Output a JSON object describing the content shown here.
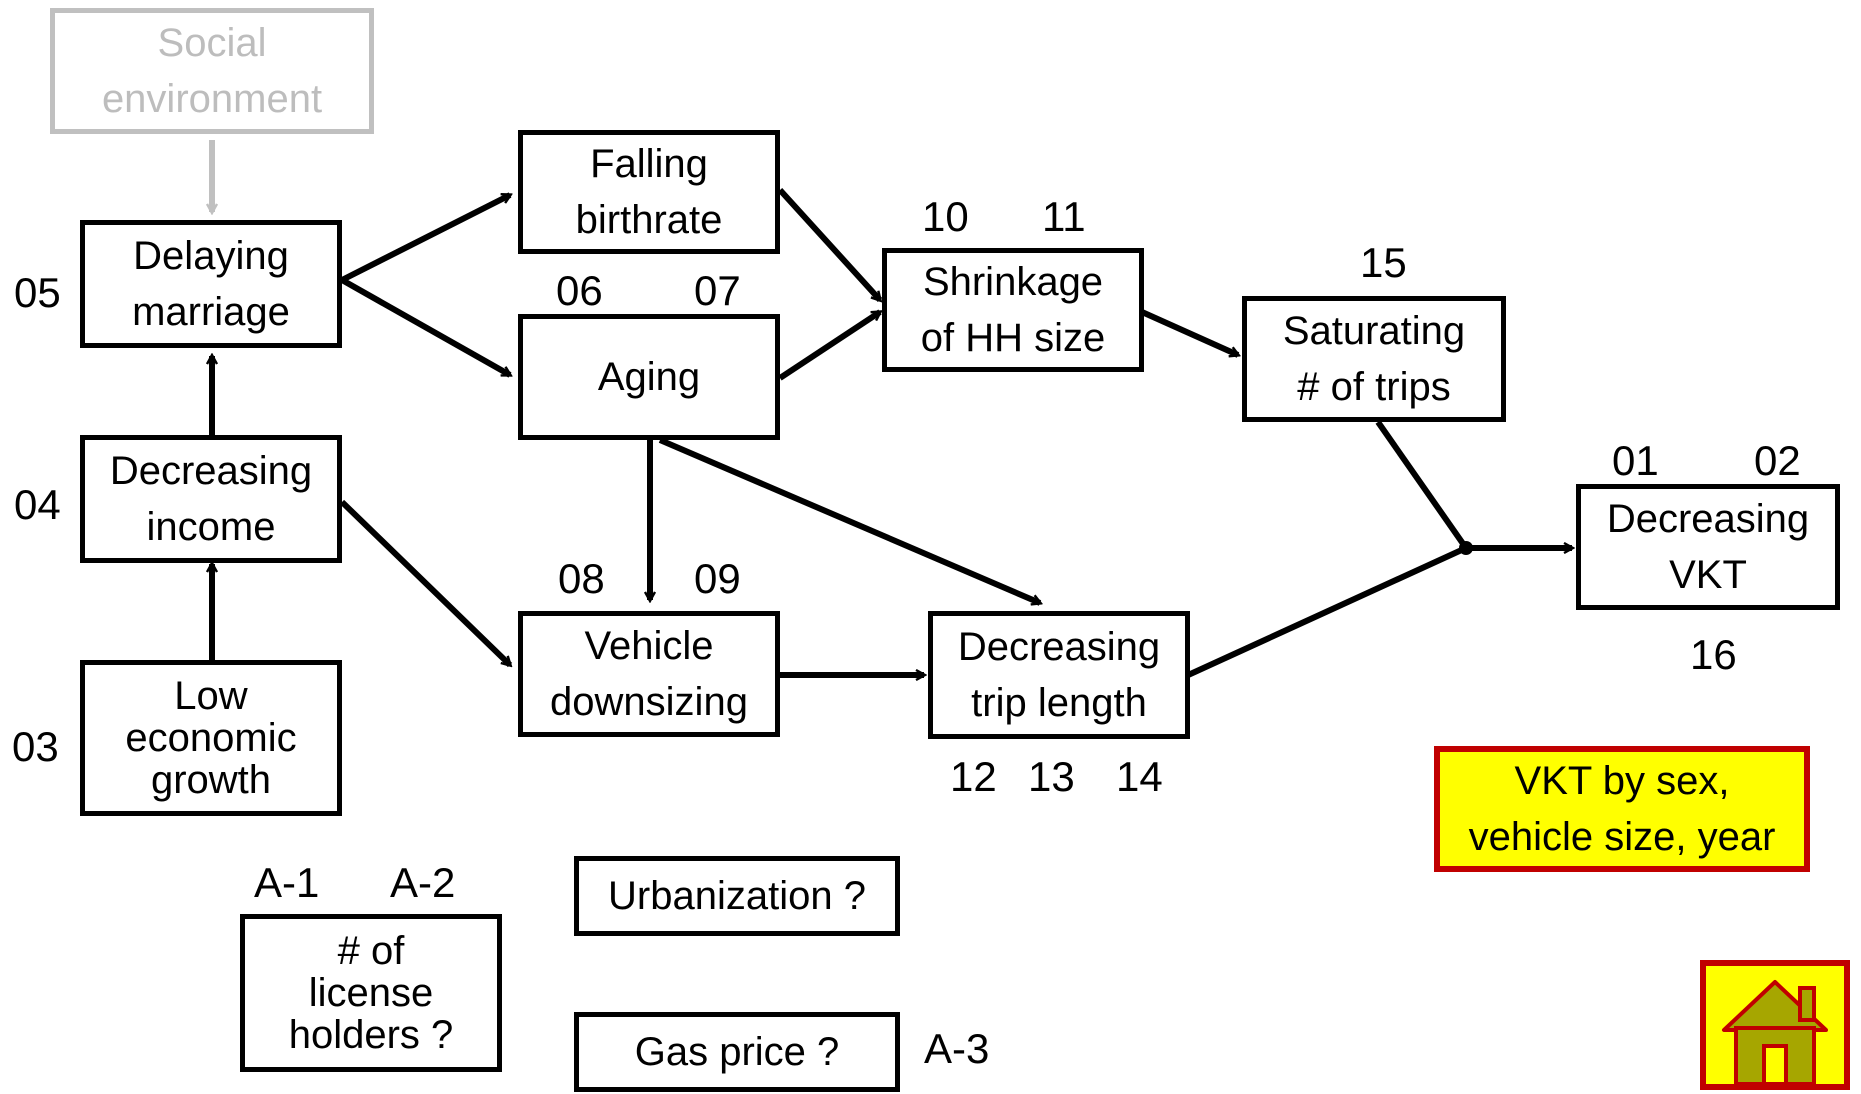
{
  "boxes": {
    "social": "Social\nenvironment",
    "delaying": "Delaying\nmarriage",
    "income": "Decreasing\nincome",
    "growth": "Low\neconomic\ngrowth",
    "falling": "Falling\nbirthrate",
    "aging": "Aging",
    "vehicle": "Vehicle\ndownsizing",
    "shrinkage": "Shrinkage\nof HH size",
    "trip": "Decreasing\ntrip length",
    "saturating": "Saturating\n# of trips",
    "vkt": "Decreasing\nVKT",
    "license": "# of\nlicense\nholders ?",
    "urban": "Urbanization ?",
    "gas": "Gas price ?",
    "vkt_by": "VKT by sex,\nvehicle size, year"
  },
  "labels": {
    "n05": "05",
    "n04": "04",
    "n03": "03",
    "n06": "06",
    "n07": "07",
    "n08": "08",
    "n09": "09",
    "n10": "10",
    "n11": "11",
    "n12": "12",
    "n13": "13",
    "n14": "14",
    "n15": "15",
    "n01": "01",
    "n02": "02",
    "n16": "16",
    "a1": "A-1",
    "a2": "A-2",
    "a3": "A-3"
  },
  "icons": {
    "home": "home-icon"
  },
  "colors": {
    "arrow": "#000000",
    "gray": "#c0c0c0",
    "yellow": "#ffff00",
    "red_border": "#c00000",
    "house": "#a6a600",
    "house_edge": "#c00000"
  }
}
